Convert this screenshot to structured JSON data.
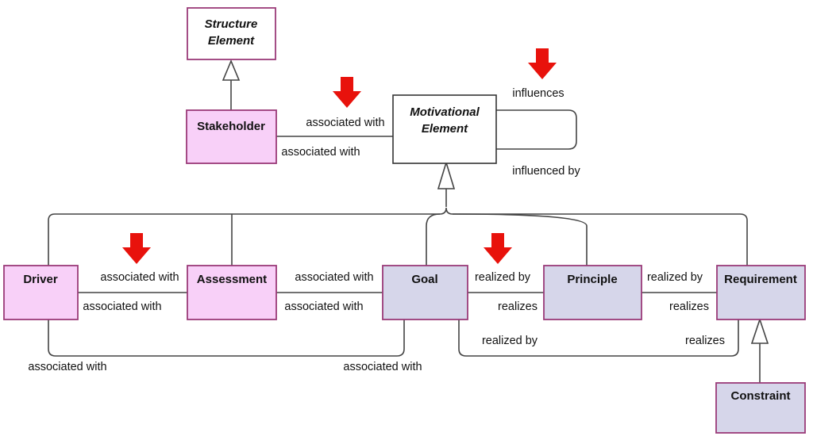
{
  "colors": {
    "pink_fill": "#f8d0f8",
    "lavender_fill": "#d6d6ea",
    "white_fill": "#ffffff",
    "box_border": "#9a3a78",
    "line": "#444444",
    "arrow_red": "#e8120c"
  },
  "nodes": {
    "structure_element": {
      "line1": "Structure",
      "line2": "Element"
    },
    "stakeholder": {
      "label": "Stakeholder"
    },
    "motivational_element": {
      "line1": "Motivational",
      "line2": "Element"
    },
    "driver": {
      "label": "Driver"
    },
    "assessment": {
      "label": "Assessment"
    },
    "goal": {
      "label": "Goal"
    },
    "principle": {
      "label": "Principle"
    },
    "requirement": {
      "label": "Requirement"
    },
    "constraint": {
      "label": "Constraint"
    }
  },
  "edge_labels": {
    "stakeholder_motivational_top": "associated with",
    "stakeholder_motivational_bottom": "associated with",
    "motivational_influences": "influences",
    "motivational_influenced_by": "influenced by",
    "driver_assessment_top": "associated with",
    "driver_assessment_bottom": "associated with",
    "assessment_goal_top": "associated with",
    "assessment_goal_bottom": "associated with",
    "goal_principle_top": "realized by",
    "goal_principle_bottom": "realizes",
    "principle_requirement_top": "realized by",
    "principle_requirement_bottom": "realizes",
    "goal_requirement_realized_by": "realized by",
    "goal_requirement_realizes": "realizes",
    "driver_goal_left": "associated with",
    "driver_goal_right": "associated with"
  },
  "markers": {
    "highlight_arrow_icon": "red-down-arrow"
  }
}
